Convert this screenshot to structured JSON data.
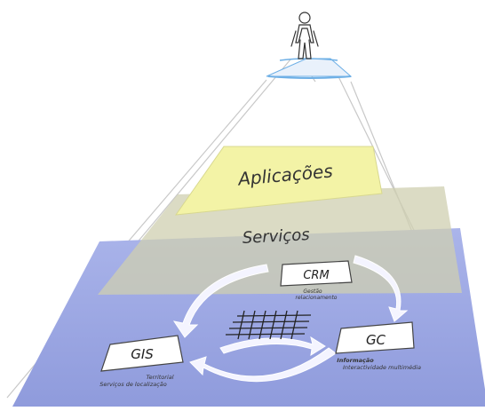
{
  "layers": {
    "top": {
      "label": "Aplicações",
      "color": "#f3f3a6"
    },
    "middle": {
      "label": "Serviços",
      "color": "#cfcfb0"
    },
    "base": {
      "color": "#9aa6e0"
    }
  },
  "boxes": {
    "crm": {
      "label": "CRM",
      "caption_line1": "Gestão",
      "caption_line2": "relacionamento"
    },
    "gis": {
      "label": "GIS",
      "caption_line1": "Territorial",
      "caption_line2": "Serviços de localização"
    },
    "gc": {
      "label": "GC",
      "caption_line1": "Informação",
      "caption_line2": "Interactividade multimédia"
    }
  },
  "colors": {
    "pyramid_edge": "#c8c8c8",
    "arrow_fill": "#f4f4ff",
    "top_highlight": "#6fb0e6"
  }
}
